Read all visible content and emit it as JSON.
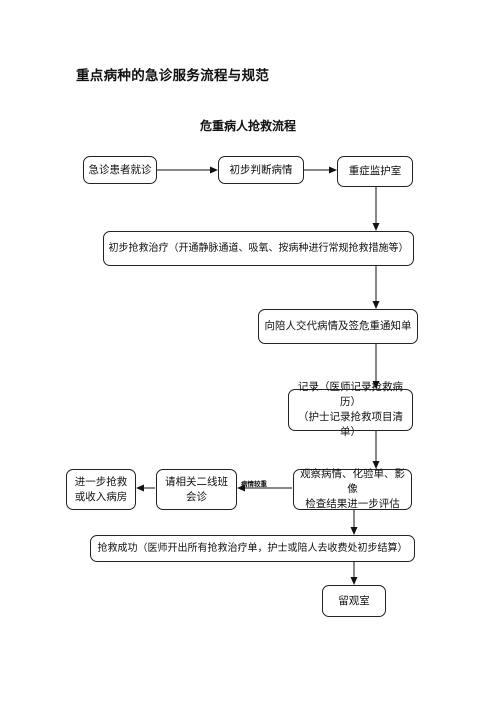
{
  "document": {
    "title": "重点病种的急诊服务流程与规范",
    "flow_title": "危重病人抢救流程"
  },
  "steps": {
    "arrival": "急诊患者就诊",
    "initial_judgement": "初步判断病情",
    "icu": "重症监护室",
    "initial_treatment": "初步抢救治疗（开通静脉通道、吸氧、按病种进行常规抢救措施等）",
    "notify_family": "向陪人交代病情及签危重通知单",
    "record_line1": "记录（医师记录抢救病历）",
    "record_line2": "（护士记录抢救项目清单）",
    "observe_line1": "观察病情、化验单、影像",
    "observe_line2": "检查结果进一步评估",
    "consult_line1": "请相关二线班",
    "consult_line2": "会诊",
    "further_line1": "进一步抢救",
    "further_line2": "或收入病房",
    "success": "抢救成功（医师开出所有抢救治疗单，护士或陪人去收费处初步结算）",
    "observation_room": "留观室"
  },
  "edge_labels": {
    "unstable": "病情较重"
  }
}
